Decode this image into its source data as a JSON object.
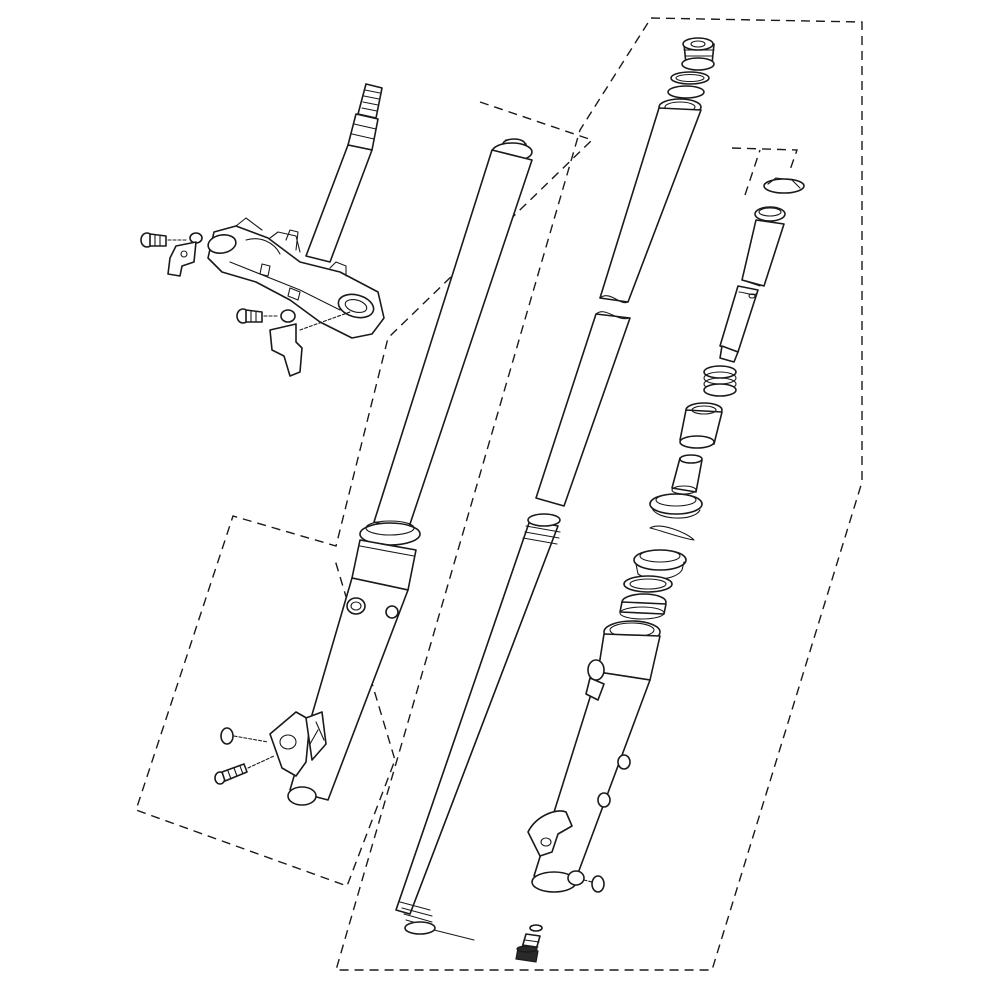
{
  "colors": {
    "line": "#1a1a1a",
    "background": "#ffffff"
  },
  "parts": [
    "steering-stem",
    "lower-bracket",
    "left-fork-assembly",
    "inner-tube",
    "fork-spring",
    "right-fork-assembly",
    "damper-rod",
    "fork-seal-kit",
    "bottom-bolt"
  ]
}
